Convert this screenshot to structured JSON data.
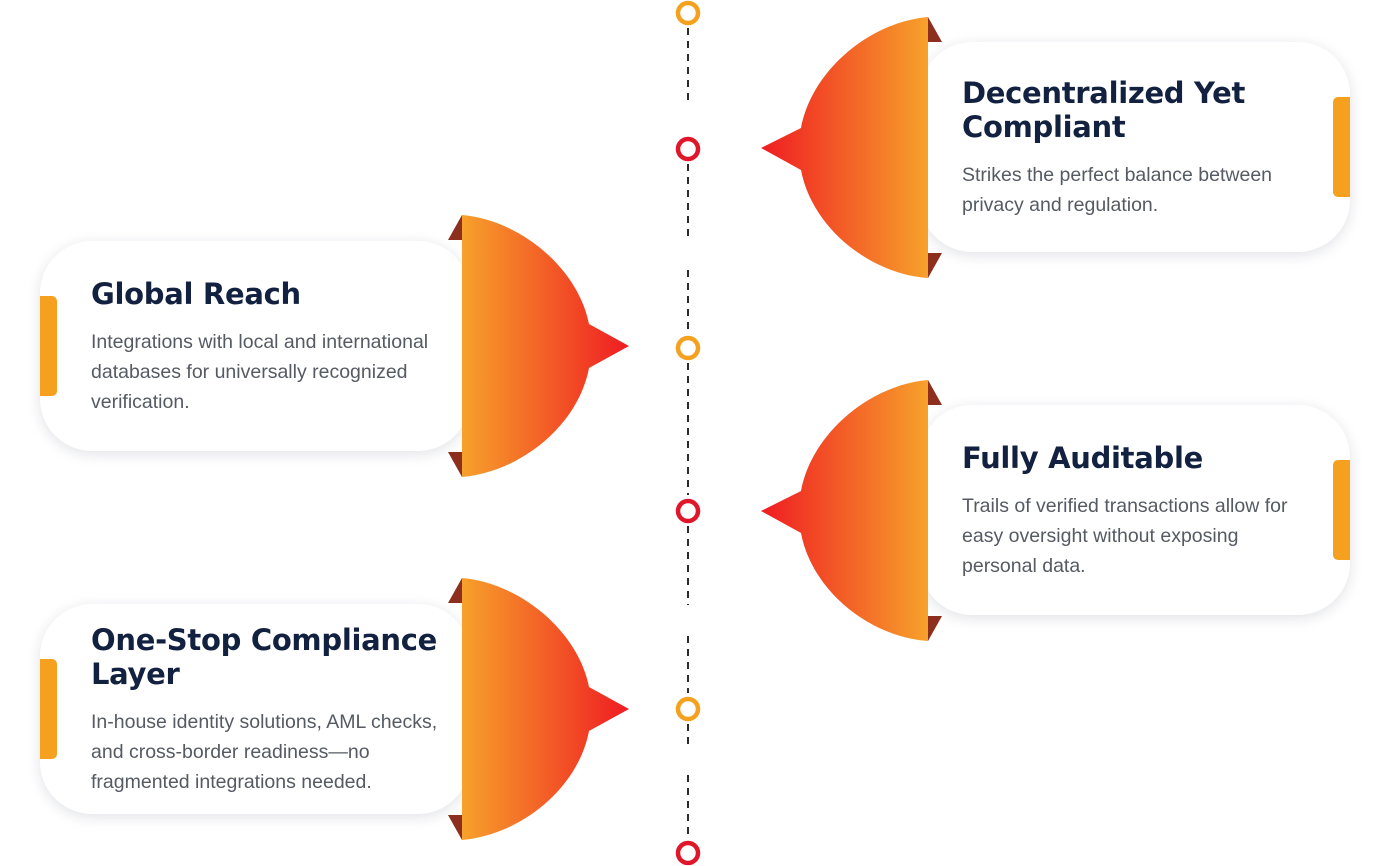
{
  "palette": {
    "title_color": "#12213f",
    "body_color": "#555a63",
    "gradient_light": "#f7a12b",
    "gradient_dark": "#ef1c22",
    "ring_orange": "#f5a11f",
    "ring_red": "#e0162b",
    "flap_color": "#8c2f1e",
    "timeline_color": "#2b2b2b"
  },
  "features": [
    {
      "title": "Decentralized Yet Compliant",
      "description": "Strikes the perfect balance between privacy and regulation."
    },
    {
      "title": "Global Reach",
      "description": "Integrations with local and international databases for universally recognized verification."
    },
    {
      "title": "Fully Auditable",
      "description": "Trails of verified transactions allow for easy oversight without exposing personal data."
    },
    {
      "title": "One-Stop Compliance Layer",
      "description": "In-house identity solutions, AML checks, and cross-border readiness—no fragmented integrations needed."
    }
  ]
}
